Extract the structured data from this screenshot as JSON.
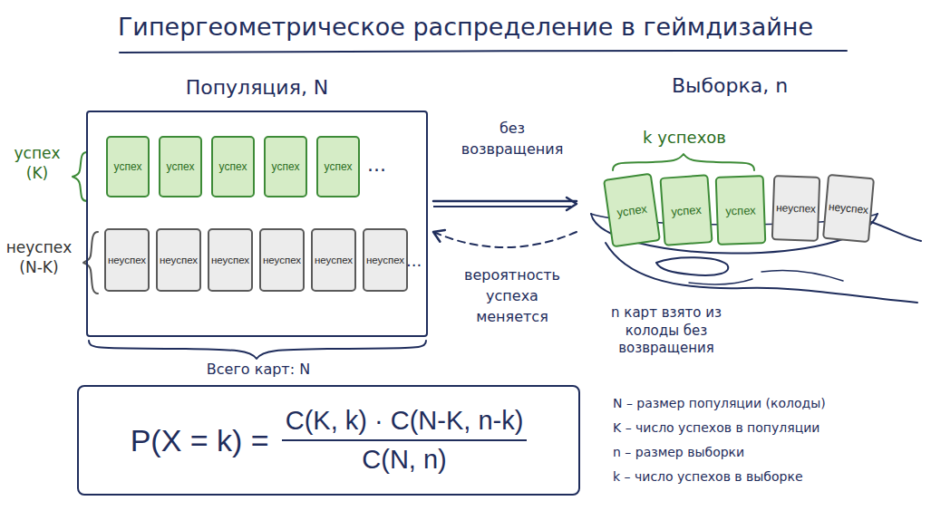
{
  "diagram": {
    "title": "Гипергеометрическое распределение в геймдизайне",
    "nodes": [
      {
        "text": [
          "Популяция, N"
        ]
      },
      {
        "text": [
          "успех"
        ],
        "in": 0
      },
      {
        "text": [
          "успех"
        ],
        "in": 0
      },
      {
        "text": [
          "успех"
        ],
        "in": 0
      },
      {
        "text": [
          "успех"
        ],
        "in": 0
      },
      {
        "text": [
          "успех"
        ],
        "in": 0
      },
      {
        "text": [
          "неуспех"
        ],
        "in": 0
      },
      {
        "text": [
          "неуспех"
        ],
        "in": 0
      },
      {
        "text": [
          "неуспех"
        ],
        "in": 0
      },
      {
        "text": [
          "неуспех"
        ],
        "in": 0
      },
      {
        "text": [
          "неуспех"
        ],
        "in": 0
      },
      {
        "text": [
          "неуспех"
        ],
        "in": 0
      },
      {
        "text": [
          "Выборка, n"
        ]
      },
      {
        "text": [
          "успех"
        ],
        "in": 12
      },
      {
        "text": [
          "успех"
        ],
        "in": 12
      },
      {
        "text": [
          "успех"
        ],
        "in": 12
      },
      {
        "text": [
          "неуспех"
        ],
        "in": 12
      },
      {
        "text": [
          "неуспех"
        ],
        "in": 12
      },
      {
        "text": [
          "P(X = k) =",
          "C(K, k) · C(N-K, n-k)",
          "C(N, n)"
        ]
      }
    ],
    "edges": [
      {
        "from": 0,
        "to": 12,
        "label": "без возвращения",
        "arrow": "to"
      },
      {
        "from": 12,
        "to": 0,
        "label": "вероятность успеха меняется",
        "arrow": "to"
      }
    ],
    "labels": [
      "успех (K)",
      "неуспех (N-K)",
      "...",
      "...",
      "Всего карт: N",
      "k успехов",
      "n карт взято из колоды без возвращения",
      "N – размер популяции (колоды)",
      "K – число успехов в популяции",
      "n – размер выборки",
      "k – число успехов в выборке"
    ]
  }
}
